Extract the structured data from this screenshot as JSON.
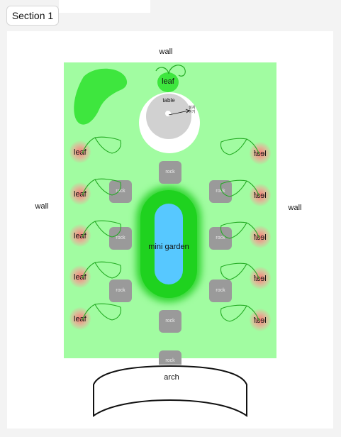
{
  "tabs": {
    "section_label": "Section 1"
  },
  "labels": {
    "wall_top": "wall",
    "wall_left": "wall",
    "wall_right": "wall",
    "leaf_top": "leaf",
    "table": "table",
    "table_note_1": "설치",
    "table_note_2": "하기",
    "leaf": "leaf",
    "rock": "rock",
    "mini_garden": "mini garden",
    "arch": "arch"
  },
  "colors": {
    "garden": "#a1fca1",
    "pond": "#57c8ff",
    "mini_garden": "#1fd21f",
    "rock": "#9a9a9a",
    "leaf_spot": "#ff7878",
    "bush": "#3ee63e"
  }
}
